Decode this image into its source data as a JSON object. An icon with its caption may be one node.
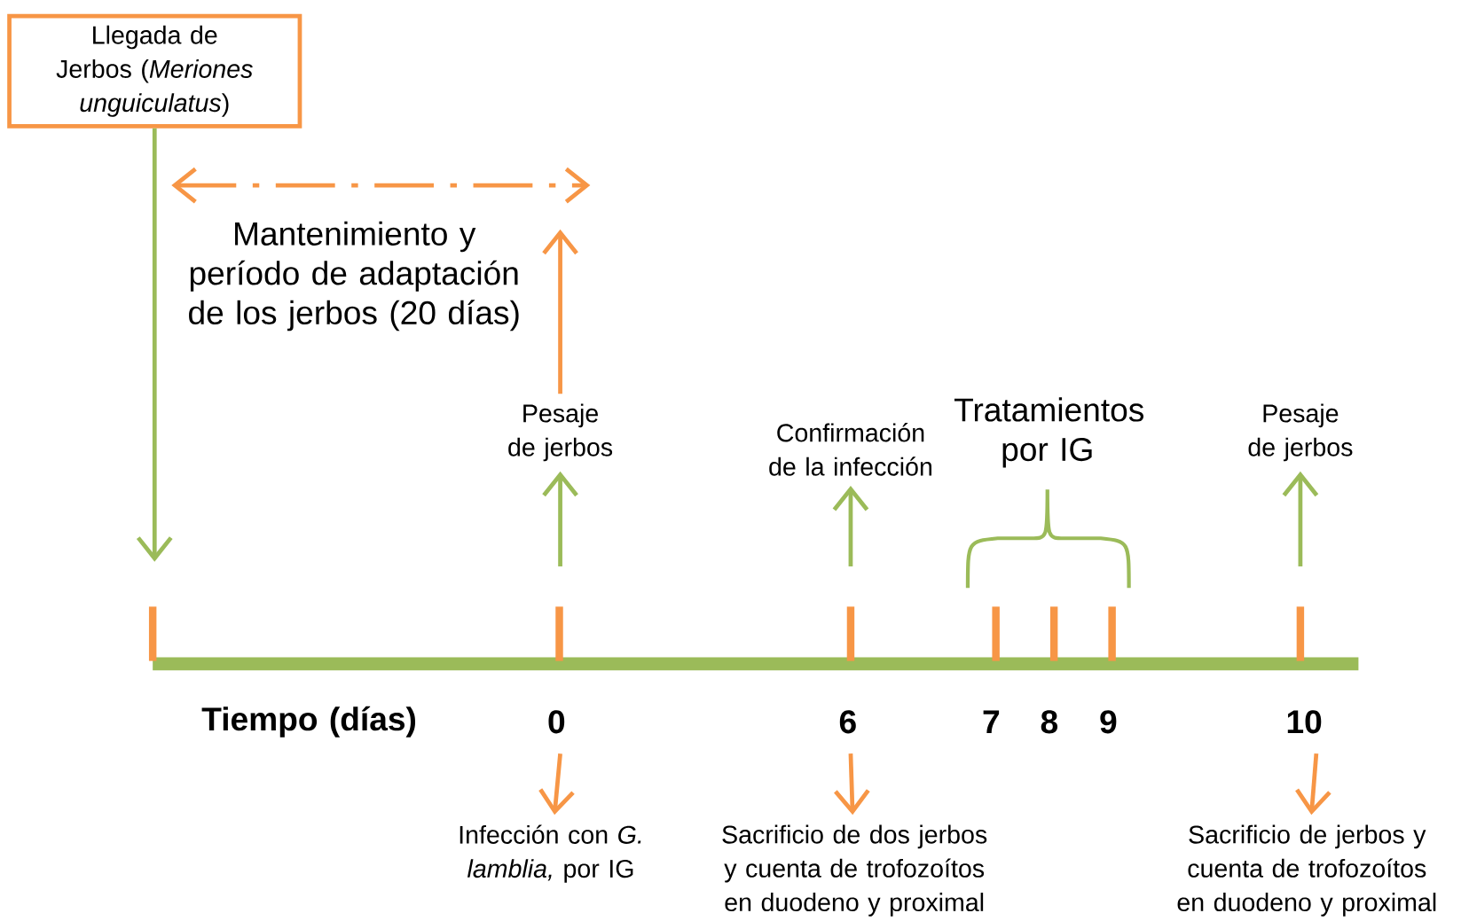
{
  "diagram": {
    "nodes": [
      {
        "text": [
          "Llegada de Jerbos (*Meriones unguiculatus*)"
        ]
      },
      {
        "text": [
          "Pesaje de jerbos"
        ]
      },
      {
        "text": [
          "Confirmación de la infección"
        ]
      },
      {
        "text": [
          "Pesaje de jerbos"
        ]
      },
      {
        "text": [
          "Infección con *G. lamblia,* por IG"
        ]
      },
      {
        "text": [
          "Sacrificio de dos jerbos y cuenta de trofozoítos en duodeno y proximal"
        ]
      },
      {
        "text": [
          "Sacrificio de jerbos y cuenta de trofozoítos en duodeno y proximal"
        ]
      }
    ],
    "edges": [
      {
        "from": 0,
        "to": null,
        "arrow": "to"
      },
      {
        "from": 1,
        "to": null,
        "arrow": "to",
        "color": "#f79646"
      },
      {
        "from": null,
        "to": 1,
        "arrow": "to"
      },
      {
        "from": null,
        "to": 2,
        "arrow": "to"
      },
      {
        "from": null,
        "to": 3,
        "arrow": "to"
      },
      {
        "from": null,
        "to": 4,
        "arrow": "to",
        "color": "#f79646"
      },
      {
        "from": null,
        "to": 5,
        "arrow": "to",
        "color": "#f79646"
      },
      {
        "from": null,
        "to": 6,
        "arrow": "to",
        "color": "#f79646"
      }
    ],
    "labels": [
      "Mantenimiento y período de adaptación de los jerbos (20 días)",
      "Tratamientos por IG",
      "Tiempo (días)",
      "0",
      "6",
      "7",
      "8",
      "9",
      "10"
    ]
  }
}
